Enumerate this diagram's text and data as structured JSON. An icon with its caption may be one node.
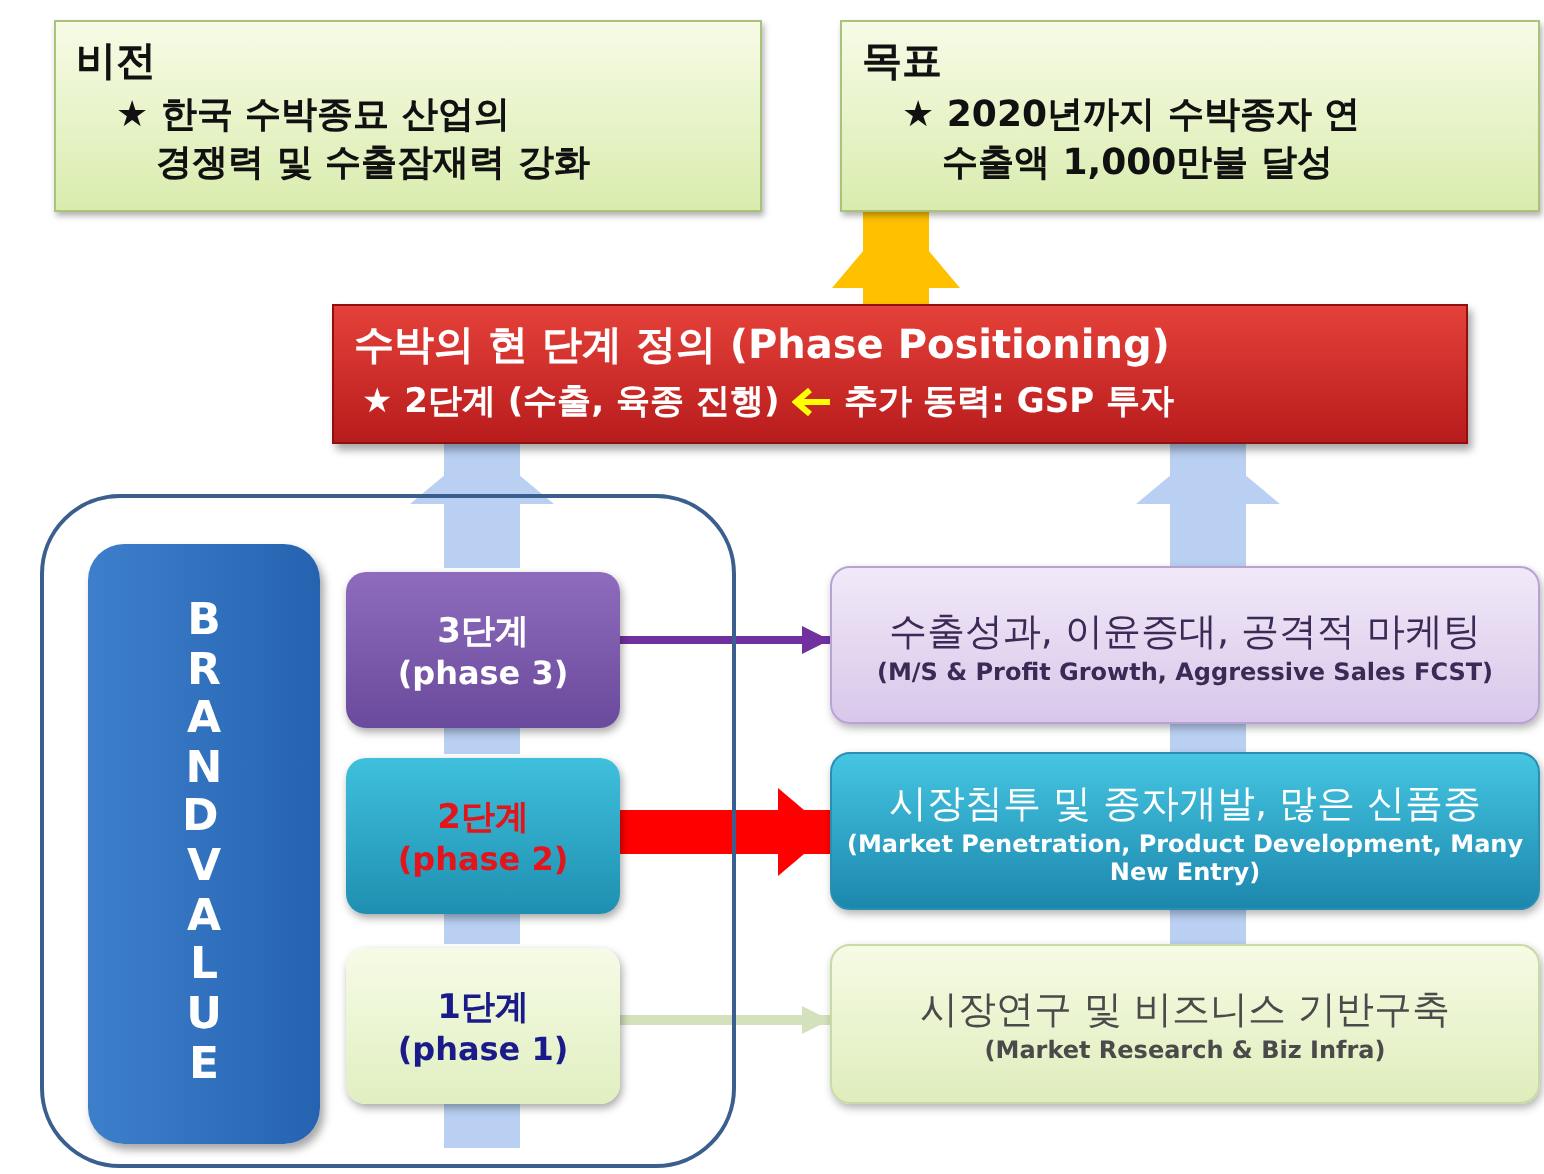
{
  "diagram": {
    "nodes": [
      {
        "text": [
          "비전",
          "★ 한국 수박종묘 산업의 경쟁력 및 수출잠재력 강화"
        ]
      },
      {
        "text": [
          "목표",
          "★ 2020년까지 수박종자 연 수출액 1,000만불 달성"
        ]
      },
      {
        "text": [
          "수박의 현 단계 정의 (Phase Positioning)",
          "★ 2단계 (수출, 육종 진행)",
          "추가 동력: GSP 투자"
        ]
      },
      {
        "text": [],
        "shape": "box"
      },
      {
        "text": [
          "BRAND VALUE"
        ],
        "in": 3
      },
      {
        "text": [
          "3단계",
          "(phase 3)"
        ],
        "in": 3
      },
      {
        "text": [
          "2단계",
          "(phase 2)"
        ],
        "in": 3
      },
      {
        "text": [
          "1단계",
          "(phase 1)"
        ],
        "in": 3
      },
      {
        "text": [
          "수출성과, 이윤증대, 공격적 마케팅",
          "(M/S & Profit Growth, Aggressive Sales FCST)"
        ]
      },
      {
        "text": [
          "시장침투 및 종자개발, 많은 신품종",
          "(Market Penetration, Product Development, Many New Entry)"
        ]
      },
      {
        "text": [
          "시장연구 및 비즈니스 기반구축",
          "(Market Research & Biz Infra)"
        ]
      }
    ],
    "edges": [
      {
        "from": 2,
        "to": 1,
        "arrow": "to",
        "color": "#ffc000"
      },
      {
        "from": 3,
        "to": 7,
        "arrow": "none",
        "color": "#b9d0f2"
      },
      {
        "from": 7,
        "to": 6,
        "arrow": "none",
        "color": "#b9d0f2"
      },
      {
        "from": 6,
        "to": 5,
        "arrow": "none",
        "color": "#b9d0f2"
      },
      {
        "from": 5,
        "to": 2,
        "arrow": "to",
        "color": "#b9d0f2"
      },
      {
        "from": 10,
        "to": 9,
        "arrow": "none",
        "color": "#b9d0f2"
      },
      {
        "from": 9,
        "to": 8,
        "arrow": "none",
        "color": "#b9d0f2"
      },
      {
        "from": 8,
        "to": 2,
        "arrow": "to",
        "color": "#b9d0f2"
      },
      {
        "from": 5,
        "to": 8,
        "arrow": "to",
        "color": "#7030a0"
      },
      {
        "from": 6,
        "to": 9,
        "arrow": "to",
        "color": "#ff0000"
      },
      {
        "from": 7,
        "to": 10,
        "arrow": "to",
        "color": "#d3e2bd"
      }
    ]
  }
}
